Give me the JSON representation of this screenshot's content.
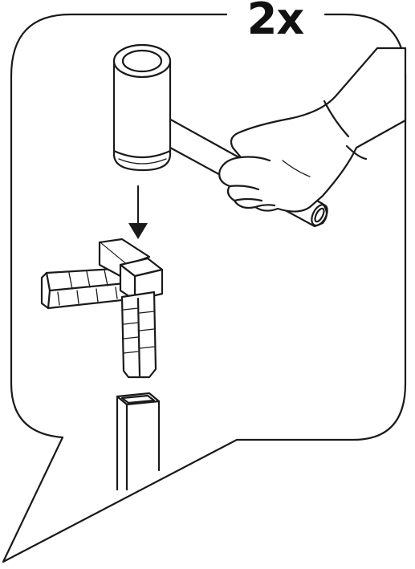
{
  "instruction": {
    "quantity_label": "2x"
  },
  "illustration": {
    "parts": [
      "callout-bubble",
      "mallet",
      "hand",
      "downward-arrow",
      "corner-connector",
      "square-tube"
    ]
  },
  "colors": {
    "ink": "#1a1a1a",
    "paper": "#ffffff"
  }
}
